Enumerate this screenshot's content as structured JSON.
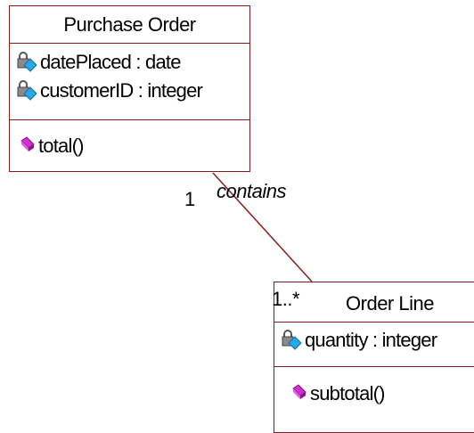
{
  "diagram": {
    "classes": {
      "purchase_order": {
        "name": "Purchase Order",
        "attributes": [
          {
            "text": "datePlaced : date",
            "icon": "private-attribute-icon"
          },
          {
            "text": "customerID : integer",
            "icon": "private-attribute-icon"
          }
        ],
        "operations": [
          {
            "text": "total()",
            "icon": "public-operation-icon"
          }
        ]
      },
      "order_line": {
        "name": "Order Line",
        "attributes": [
          {
            "text": "quantity : integer",
            "icon": "private-attribute-icon"
          }
        ],
        "operations": [
          {
            "text": "subtotal()",
            "icon": "public-operation-icon"
          }
        ]
      }
    },
    "association": {
      "name": "contains",
      "source_multiplicity": "1",
      "target_multiplicity": "1..*"
    },
    "colors": {
      "border": "#8b1a1a",
      "operation_icon": "#c020c0",
      "attribute_icon_lock": "#808080",
      "attribute_icon_diamond": "#20a0e0"
    }
  }
}
